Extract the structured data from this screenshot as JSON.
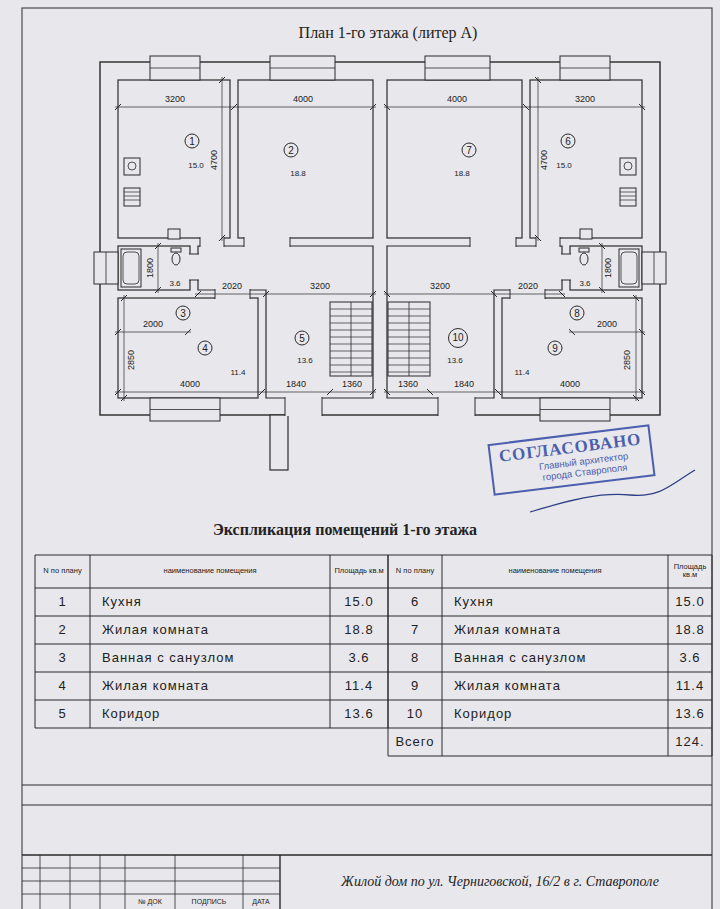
{
  "diagram": {
    "title": "План 1-го этажа (литер А)",
    "nodes": [
      {
        "text": [
          "1",
          "15.0"
        ]
      },
      {
        "text": [
          "2",
          "18.8"
        ]
      },
      {
        "text": [
          "3",
          "3.6"
        ]
      },
      {
        "text": [
          "4",
          "11.4"
        ]
      },
      {
        "text": [
          "5",
          "13.6"
        ]
      },
      {
        "text": [
          "6",
          "15.0"
        ]
      },
      {
        "text": [
          "7",
          "18.8"
        ]
      },
      {
        "text": [
          "8",
          "3.6"
        ]
      },
      {
        "text": [
          "9",
          "11.4"
        ]
      },
      {
        "text": [
          "10",
          "13.6"
        ]
      },
      {
        "text": [
          "СОГЛАСОВАНО",
          "Главный архитектор города Ставрополя"
        ]
      }
    ],
    "labels": [
      "3200",
      "4000",
      "4000",
      "3200",
      "4700",
      "4700",
      "1800",
      "1800",
      "2020",
      "3200",
      "3200",
      "2020",
      "2000",
      "2000",
      "2850",
      "2850",
      "4000",
      "1840",
      "1360",
      "1360",
      "1840",
      "4000",
      "Экспликация помещений 1-го этажа",
      "N по плану",
      "наименование помещения",
      "Площадь кв.м",
      "N по плану",
      "наименование помещения",
      "Площадь кв.м",
      "1",
      "Кухня",
      "15.0",
      "6",
      "Кухня",
      "15.0",
      "2",
      "Жилая комната",
      "18.8",
      "7",
      "Жилая комната",
      "18.8",
      "3",
      "Ванная с санузлом",
      "3.6",
      "8",
      "Ванная с санузлом",
      "3.6",
      "4",
      "Жилая комната",
      "11.4",
      "9",
      "Жилая комната",
      "11.4",
      "5",
      "Коридор",
      "13.6",
      "10",
      "Коридор",
      "13.6",
      "Всего",
      "124.",
      "№ ДОК",
      "ПОДПИСЬ",
      "ДАТА",
      "Жилой дом по ул. Черниговской, 16/2 в г. Ставрополе"
    ]
  }
}
